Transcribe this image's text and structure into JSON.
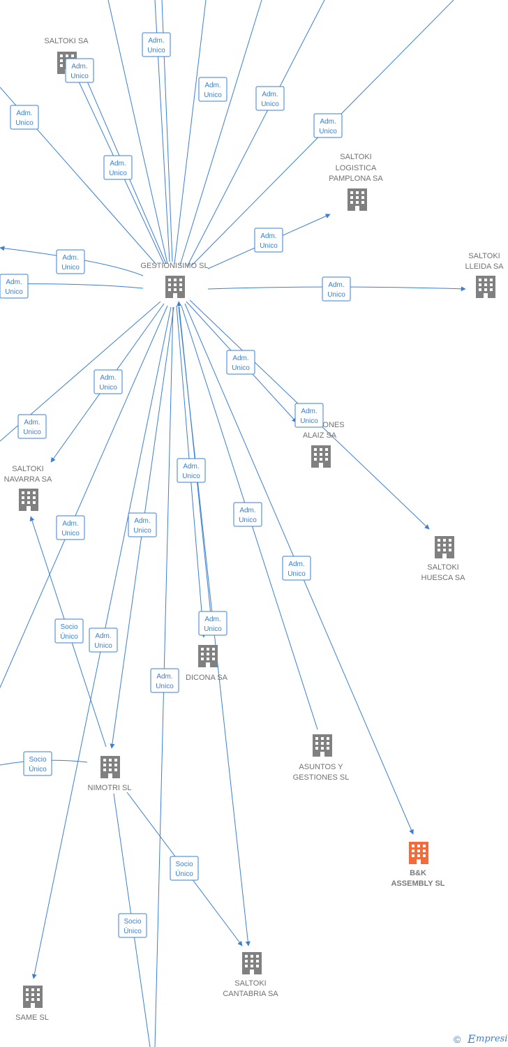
{
  "colors": {
    "edge": "#3a7fd5",
    "node": "#808080",
    "highlight": "#f26b3a"
  },
  "nodes": {
    "saltoki_sa": {
      "lines": [
        "SALTOKI SA"
      ]
    },
    "saltoki_logistica": {
      "lines": [
        "SALTOKI",
        "LOGISTICA",
        "PAMPLONA SA"
      ]
    },
    "gestionisimo": {
      "lines": [
        "GESTIONISIMO SL"
      ]
    },
    "saltoki_lleida": {
      "lines": [
        "SALTOKI",
        "LLEIDA SA"
      ]
    },
    "inversiones_alaiz": {
      "lines": [
        "ONES",
        "ALAIZ SA"
      ]
    },
    "saltoki_navarra": {
      "lines": [
        "SALTOKI",
        "NAVARRA SA"
      ]
    },
    "saltoki_huesca": {
      "lines": [
        "SALTOKI",
        "HUESCA SA"
      ]
    },
    "dicona": {
      "lines": [
        "DICONA SA"
      ]
    },
    "asuntos": {
      "lines": [
        "ASUNTOS Y",
        "GESTIONES SL"
      ]
    },
    "nimotri": {
      "lines": [
        "NIMOTRI SL"
      ]
    },
    "bk_assembly": {
      "lines": [
        "B&K",
        "ASSEMBLY  SL"
      ]
    },
    "saltoki_cantabria": {
      "lines": [
        "SALTOKI",
        "CANTABRIA SA"
      ]
    },
    "same": {
      "lines": [
        "SAME SL"
      ]
    }
  },
  "badges": {
    "adm": [
      "Adm.",
      "Unico"
    ],
    "socio": [
      "Socio",
      "Único"
    ]
  },
  "watermark": {
    "symbol": "©",
    "brand": "mpresia",
    "brand_initial": "E"
  }
}
